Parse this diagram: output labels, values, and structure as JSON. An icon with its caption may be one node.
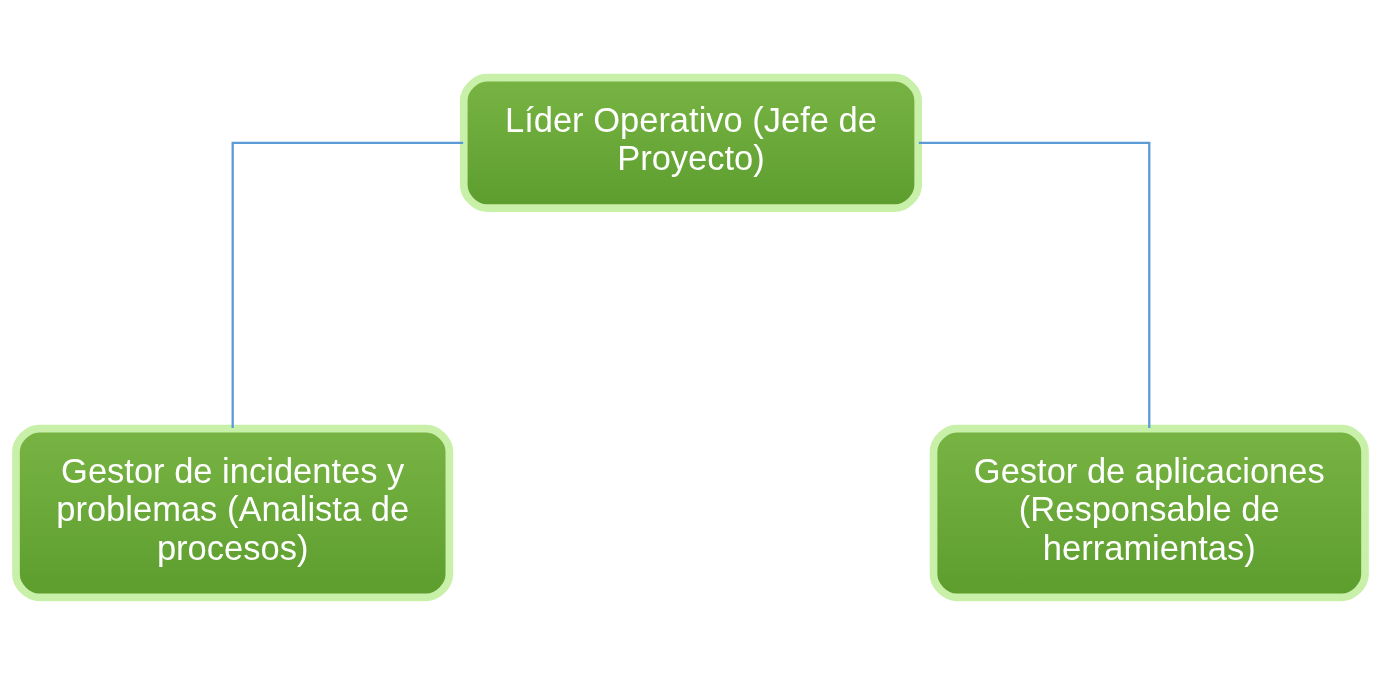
{
  "diagram": {
    "nodes": [
      {
        "text": [
          "Líder Operativo (Jefe de Proyecto)"
        ]
      },
      {
        "text": [
          "Gestor de incidentes y problemas (Analista de procesos)"
        ]
      },
      {
        "text": [
          "Gestor de aplicaciones (Responsable de herramientas)"
        ]
      }
    ],
    "edges": [
      {
        "from": 0,
        "to": 1,
        "arrow": "none"
      },
      {
        "from": 0,
        "to": 2,
        "arrow": "none"
      }
    ]
  }
}
